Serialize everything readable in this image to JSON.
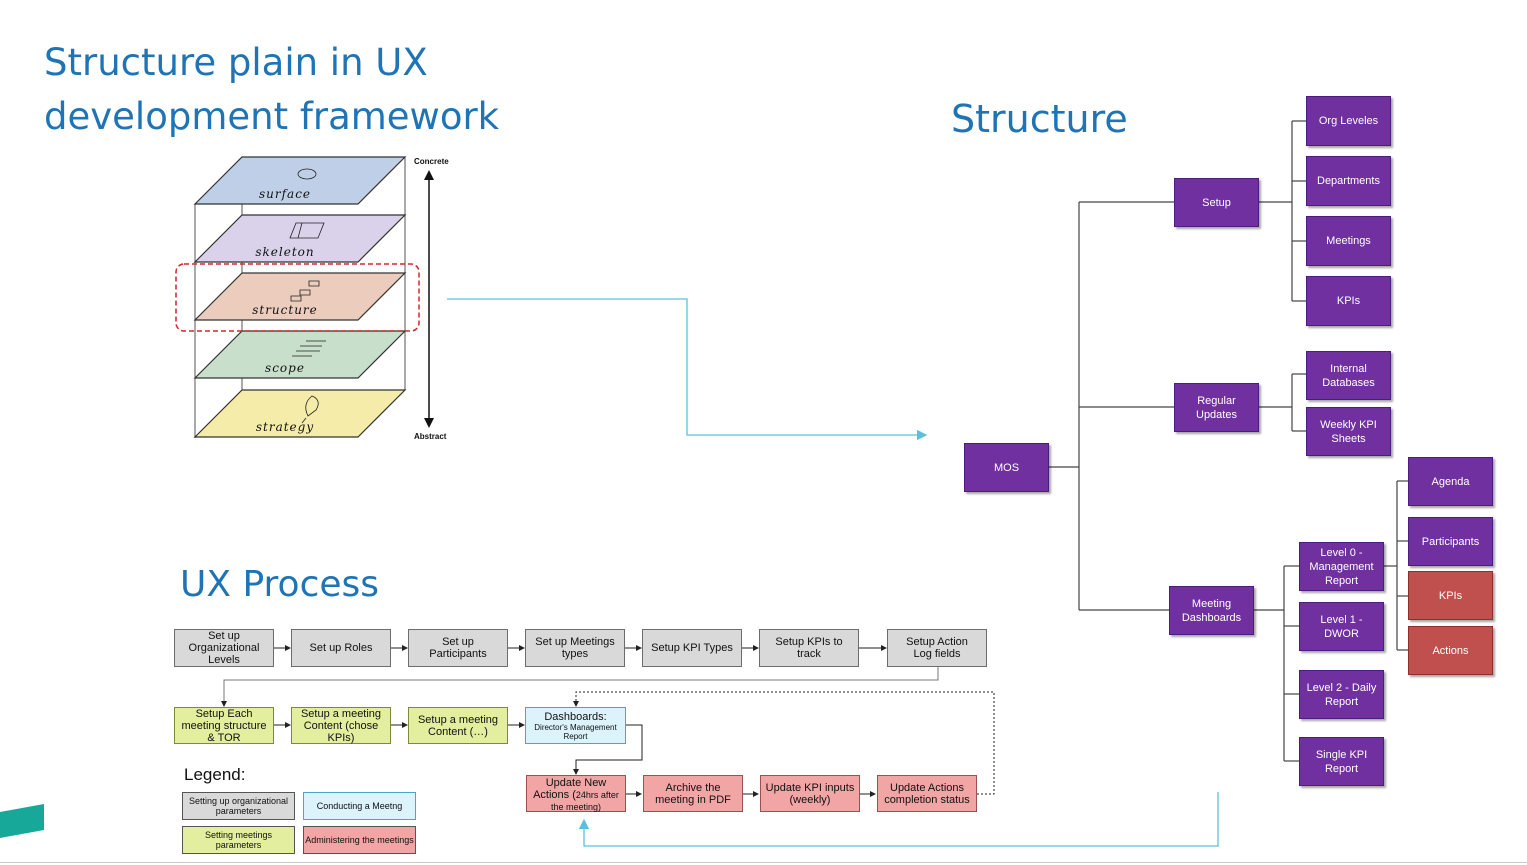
{
  "titles": {
    "main": "Structure plain in UX development framework",
    "structure": "Structure",
    "ux_process": "UX Process"
  },
  "framework": {
    "concrete_label": "Concrete",
    "abstract_label": "Abstract",
    "planes": [
      {
        "label": "surface",
        "color": "#bfcfe8"
      },
      {
        "label": "skeleton",
        "color": "#d9d2ea"
      },
      {
        "label": "structure",
        "color": "#ebccbd"
      },
      {
        "label": "scope",
        "color": "#c8dfcb"
      },
      {
        "label": "strategy",
        "color": "#f4eca8"
      }
    ],
    "highlight": "structure"
  },
  "tree": {
    "root": "MOS",
    "setup": {
      "label": "Setup",
      "children": [
        "Org Leveles",
        "Departments",
        "Meetings",
        "KPIs"
      ]
    },
    "regular_updates": {
      "label": "Regular Updates",
      "children": [
        "Internal Databases",
        "Weekly KPI Sheets"
      ]
    },
    "meeting_dashboards": {
      "label": "Meeting Dashboards",
      "levels": [
        "Level 0 - Management Report",
        "Level 1 - DWOR",
        "Level 2 - Daily Report",
        "Single KPI Report"
      ],
      "level0_children": [
        "Agenda",
        "Participants",
        "KPIs",
        "Actions"
      ]
    }
  },
  "process": {
    "row1": [
      "Set up Organizational Levels",
      "Set up Roles",
      "Set up Participants",
      "Set up Meetings types",
      "Setup KPI Types",
      "Setup KPIs to track",
      "Setup Action Log fields"
    ],
    "row2": [
      "Setup Each meeting structure & TOR",
      "Setup a meeting Content (chose KPIs)",
      "Setup a meeting Content (…)"
    ],
    "dashboards": {
      "title": "Dashboards:",
      "subtitle": "Director's Management Report"
    },
    "row3": {
      "update_new_actions": {
        "main": "Update New Actions (",
        "small": "24hrs",
        "rest": " after the meeting)"
      },
      "others": [
        "Archive the meeting in PDF",
        "Update KPI inputs (weekly)",
        "Update Actions completion status"
      ]
    }
  },
  "legend": {
    "label": "Legend:",
    "items": [
      {
        "label": "Setting up organizational parameters",
        "color": "#d9d9d9"
      },
      {
        "label": "Conducting a Meetng",
        "color": "#ddf3fc"
      },
      {
        "label": "Setting meetings parameters",
        "color": "#e4ee9f"
      },
      {
        "label": "Administering the meetings",
        "color": "#f2a5a5"
      }
    ]
  },
  "colors": {
    "title_blue": "#1f74b5",
    "node_purple": "#7030a0",
    "node_red": "#c0504d",
    "connector_cyan": "#5bc0de",
    "accent_teal": "#17a89a"
  }
}
